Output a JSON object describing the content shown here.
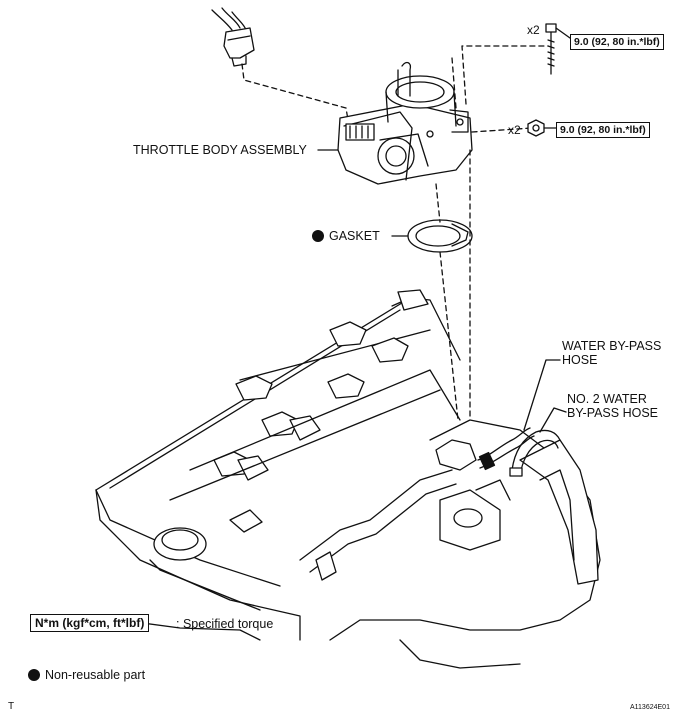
{
  "labels": {
    "throttle_body": "THROTTLE BODY ASSEMBLY",
    "gasket": "GASKET",
    "water_bypass_line1": "WATER BY-PASS",
    "water_bypass_line2": "HOSE",
    "no2_water_line1": "NO. 2 WATER",
    "no2_water_line2": "BY-PASS HOSE"
  },
  "torque": {
    "bolt_qty": "x2",
    "bolt_value": "9.0 (92, 80 in.*lbf)",
    "nut_qty": "x2",
    "nut_value": "9.0 (92, 80 in.*lbf)"
  },
  "legend": {
    "torque_box": "N*m (kgf*cm, ft*lbf)",
    "torque_text": ": Specified torque",
    "nonreusable_text": "Non-reusable part"
  },
  "footer": {
    "left_mark": "T",
    "figure_id": "A113624E01"
  }
}
